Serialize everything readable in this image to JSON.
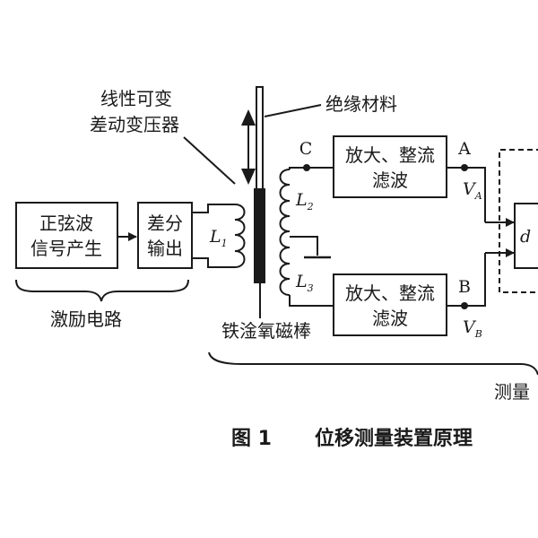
{
  "labels": {
    "lvdt_line1": "线性可变",
    "lvdt_line2": "差动变压器",
    "insulation": "绝缘材料",
    "sine_line1": "正弦波",
    "sine_line2": "信号产生",
    "diff_line1": "差分",
    "diff_line2": "输出",
    "amp_line1": "放大、整流",
    "amp_line2": "滤波",
    "excitation": "激励电路",
    "ferrite": "铁淦氧磁棒",
    "measure_partial": "测量",
    "caption_num": "图 1",
    "caption_text": "位移测量装置原理"
  },
  "symbols": {
    "L": "L",
    "sub1": "1",
    "sub2": "2",
    "sub3": "3",
    "C": "C",
    "A": "A",
    "B": "B",
    "V": "V",
    "subA": "A",
    "subB": "B",
    "d": "d"
  }
}
